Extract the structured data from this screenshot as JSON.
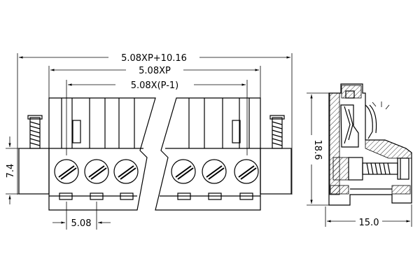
{
  "dimensions": {
    "overall_width": "5.08XP+10.16",
    "housing_width": "5.08XP",
    "pin_span": "5.08X(P-1)",
    "pitch": "5.08",
    "left_height": "7.4",
    "side_height": "18.6",
    "side_depth": "15.0"
  }
}
